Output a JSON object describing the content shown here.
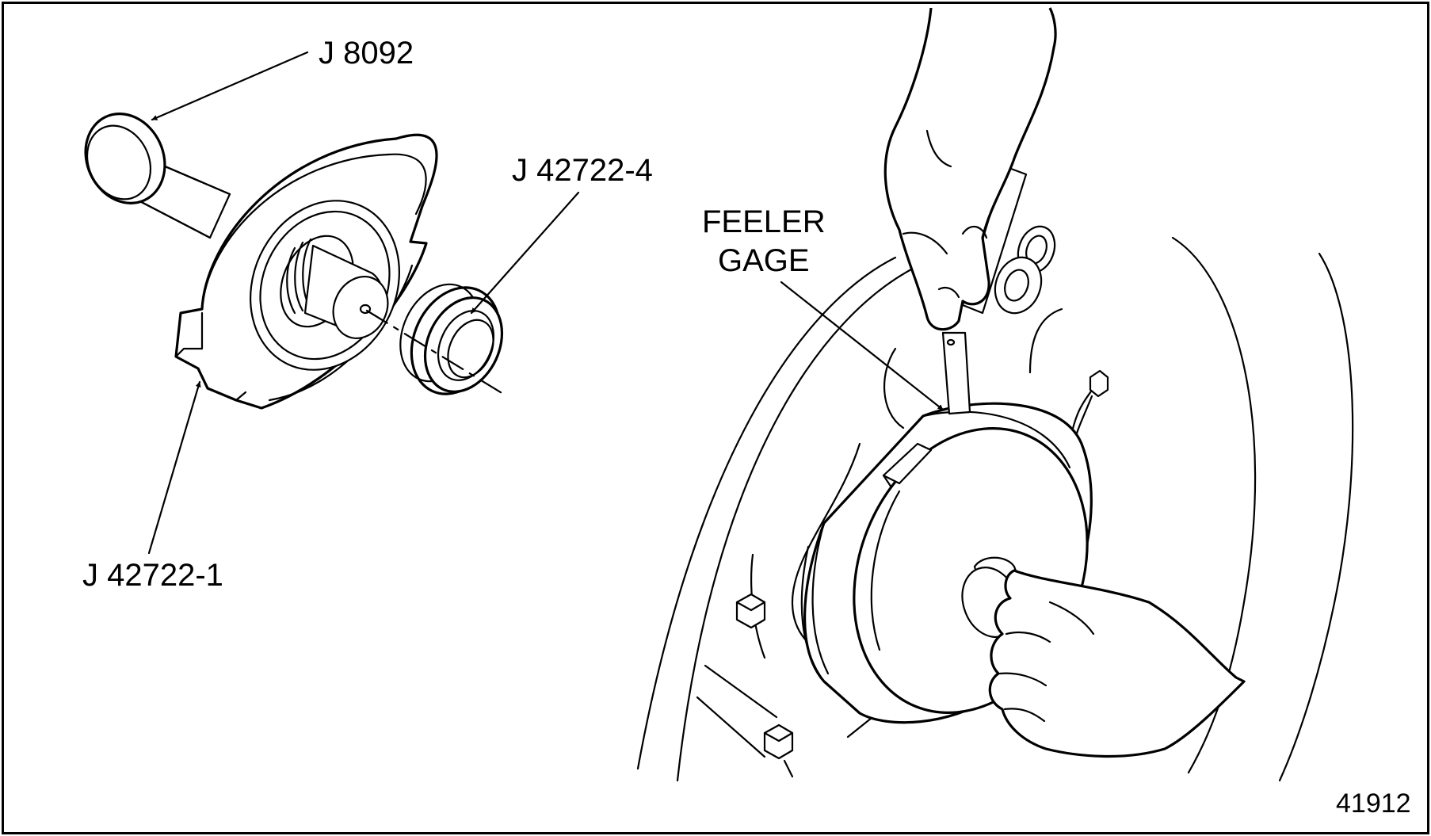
{
  "labels": {
    "j8092": "J 8092",
    "j42722_4": "J 42722-4",
    "j42722_1": "J 42722-1",
    "feeler_line1": "FEELER",
    "feeler_line2": "GAGE",
    "figure_number": "41912"
  },
  "colors": {
    "ink": "#000000",
    "paper": "#ffffff"
  }
}
